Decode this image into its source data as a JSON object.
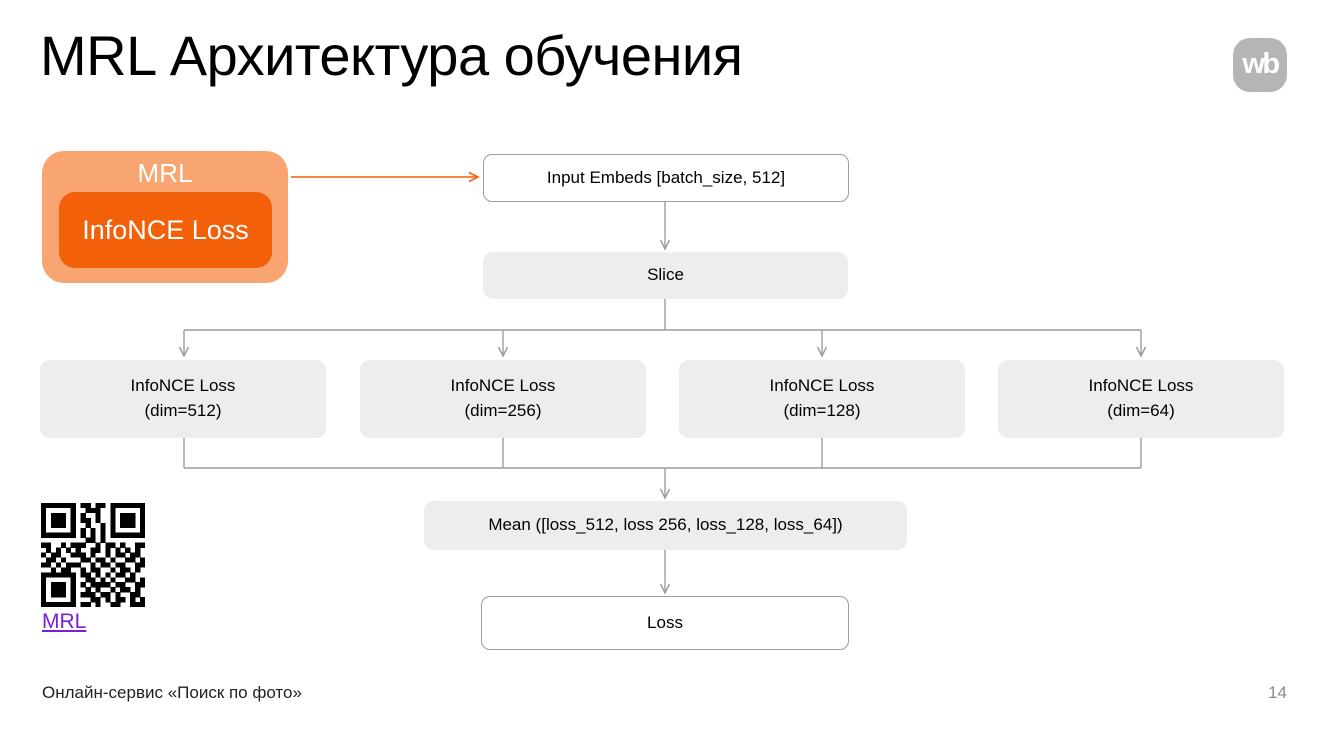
{
  "slide": {
    "title": "MRL Архитектура обучения",
    "footer": "Онлайн-сервис «Поиск по фото»",
    "page_number": "14"
  },
  "logo": {
    "text": "wb"
  },
  "mrl_group": {
    "label": "MRL",
    "inner_label": "InfoNCE Loss"
  },
  "diagram": {
    "input_embeds": "Input Embeds [batch_size, 512]",
    "slice": "Slice",
    "loss_branches": [
      {
        "line1": "InfoNCE Loss",
        "line2": "(dim=512)"
      },
      {
        "line1": "InfoNCE Loss",
        "line2": "(dim=256)"
      },
      {
        "line1": "InfoNCE Loss",
        "line2": "(dim=128)"
      },
      {
        "line1": "InfoNCE Loss",
        "line2": "(dim=64)"
      }
    ],
    "mean": "Mean ([loss_512, loss 256, loss_128, loss_64])",
    "loss": "Loss"
  },
  "qr": {
    "link_label": "MRL",
    "matrix": [
      "111111101101101111111",
      "100000100111001000001",
      "101110101001001011101",
      "101110101101001011101",
      "101110100100101011101",
      "100000101010101000001",
      "111111101010101111111",
      "000000000110100000000",
      "110010111001011010011",
      "010101010011010101010",
      "101100111010010110110",
      "011010001101101001101",
      "110101110010110110011",
      "001011001011001011010",
      "111111101101010110100",
      "100000100110101001101",
      "101110101011110110011",
      "101110100101001011010",
      "101110101110110100110",
      "100000100011010110101",
      "111111101101001100111"
    ]
  },
  "colors": {
    "accent_orange": "#F2600A",
    "light_orange": "#F8A572",
    "box_gray": "#EDEDED",
    "box_border_gray": "#9E9E9E",
    "line_gray": "#9C9C9C",
    "link_purple": "#7B1FD6",
    "logo_gray": "#B5B5B5",
    "footer_gray": "#8A8A8A",
    "text_black": "#000000"
  }
}
